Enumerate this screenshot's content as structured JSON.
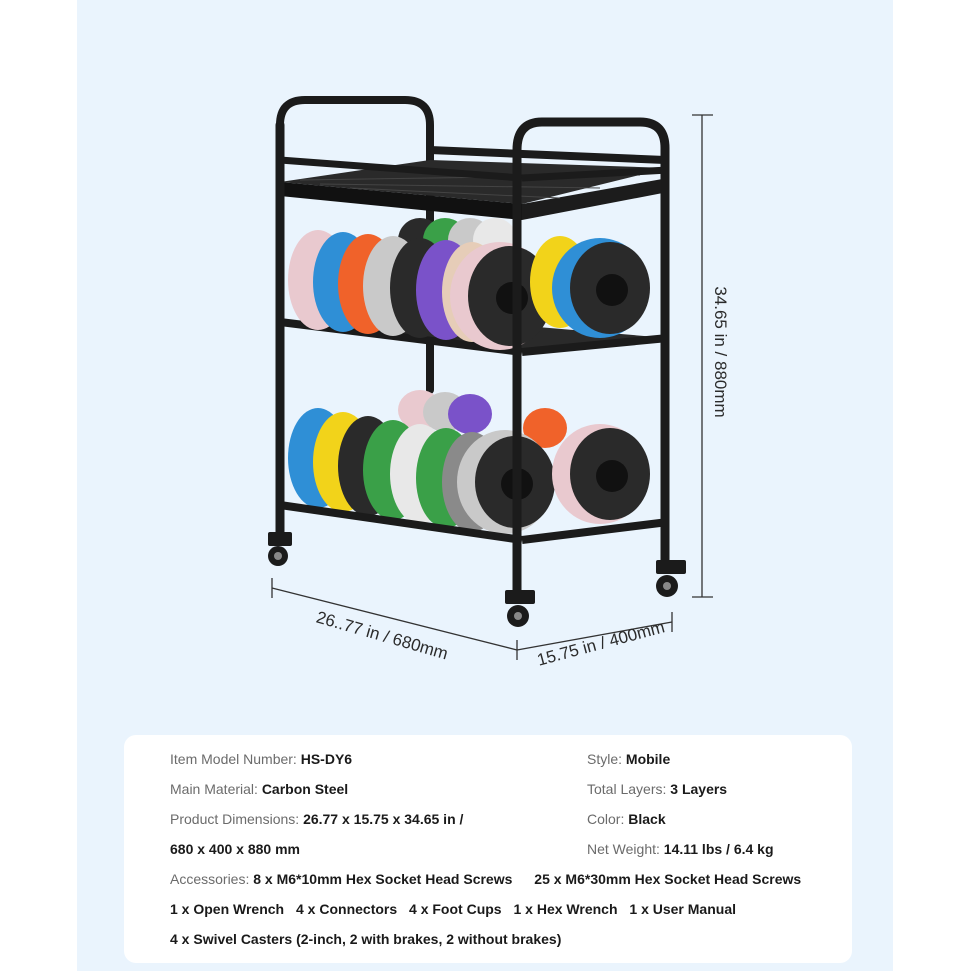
{
  "dimensions": {
    "height": "34.65 in / 880mm",
    "width": "26..77 in / 680mm",
    "depth": "15.75 in / 400mm"
  },
  "specs": {
    "model": {
      "label": "Item Model Number:",
      "value": "HS-DY6"
    },
    "material": {
      "label": "Main Material:",
      "value": "Carbon Steel"
    },
    "dimensions": {
      "label": "Product Dimensions:",
      "value_line1": "26.77 x 15.75 x 34.65 in /",
      "value_line2": "680 x 400 x 880 mm"
    },
    "style": {
      "label": "Style:",
      "value": "Mobile"
    },
    "layers": {
      "label": "Total Layers:",
      "value": "3 Layers"
    },
    "color": {
      "label": "Color:",
      "value": "Black"
    },
    "weight": {
      "label": "Net Weight:",
      "value": "14.11 lbs / 6.4 kg"
    },
    "accessories": {
      "label": "Accessories:",
      "line1": [
        "8 x M6*10mm Hex Socket Head Screws",
        "25 x M6*30mm Hex Socket Head Screws"
      ],
      "line2": [
        "1 x Open Wrench",
        "4 x Connectors",
        "4 x Foot Cups",
        "1 x Hex Wrench",
        "1 x User Manual"
      ],
      "line3": [
        "4 x Swivel Casters (2-inch, 2 with brakes, 2 without brakes)"
      ]
    }
  },
  "colors": {
    "panel": "#eaf4fd",
    "frame": "#1b1b1b",
    "spools": [
      "#e9c9cf",
      "#2f8fd6",
      "#f0622a",
      "#c9c9c9",
      "#7a52c9",
      "#e6cdb8",
      "#f2d31a",
      "#2a2a2a",
      "#3aa048",
      "#e8e8e8",
      "#8a8a8a"
    ]
  }
}
